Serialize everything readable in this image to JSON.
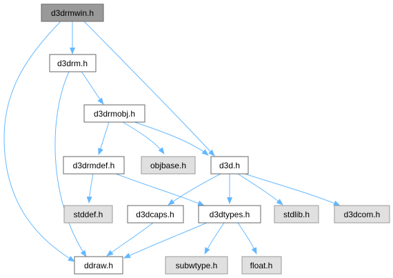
{
  "colors": {
    "root_fill": "#999999",
    "file_fill": "#ffffff",
    "system_fill": "#e0e0e0",
    "node_border": "#666666",
    "system_border": "#999999",
    "edge": "#63b8ff"
  },
  "nodes": [
    {
      "id": "d3drmwin",
      "label": "d3drmwin.h",
      "kind": "root"
    },
    {
      "id": "d3drm",
      "label": "d3drm.h",
      "kind": "file"
    },
    {
      "id": "d3drmobj",
      "label": "d3drmobj.h",
      "kind": "file"
    },
    {
      "id": "d3drmdef",
      "label": "d3drmdef.h",
      "kind": "file"
    },
    {
      "id": "objbase",
      "label": "objbase.h",
      "kind": "system"
    },
    {
      "id": "d3d",
      "label": "d3d.h",
      "kind": "file"
    },
    {
      "id": "stddef",
      "label": "stddef.h",
      "kind": "system"
    },
    {
      "id": "d3dcaps",
      "label": "d3dcaps.h",
      "kind": "file"
    },
    {
      "id": "d3dtypes",
      "label": "d3dtypes.h",
      "kind": "file"
    },
    {
      "id": "stdlib",
      "label": "stdlib.h",
      "kind": "system"
    },
    {
      "id": "d3dcom",
      "label": "d3dcom.h",
      "kind": "system"
    },
    {
      "id": "ddraw",
      "label": "ddraw.h",
      "kind": "file"
    },
    {
      "id": "subwtype",
      "label": "subwtype.h",
      "kind": "system"
    },
    {
      "id": "float",
      "label": "float.h",
      "kind": "system"
    }
  ],
  "edges": [
    {
      "from": "d3drmwin",
      "to": "d3drm"
    },
    {
      "from": "d3drmwin",
      "to": "ddraw"
    },
    {
      "from": "d3drmwin",
      "to": "d3d"
    },
    {
      "from": "d3drm",
      "to": "d3drmobj"
    },
    {
      "from": "d3drm",
      "to": "ddraw"
    },
    {
      "from": "d3drmobj",
      "to": "d3drmdef"
    },
    {
      "from": "d3drmobj",
      "to": "objbase"
    },
    {
      "from": "d3drmobj",
      "to": "d3d"
    },
    {
      "from": "d3drmdef",
      "to": "stddef"
    },
    {
      "from": "d3drmdef",
      "to": "d3dtypes"
    },
    {
      "from": "d3d",
      "to": "d3dcaps"
    },
    {
      "from": "d3d",
      "to": "d3dtypes"
    },
    {
      "from": "d3d",
      "to": "stdlib"
    },
    {
      "from": "d3d",
      "to": "d3dcom"
    },
    {
      "from": "d3dcaps",
      "to": "ddraw"
    },
    {
      "from": "d3dtypes",
      "to": "ddraw"
    },
    {
      "from": "d3dtypes",
      "to": "subwtype"
    },
    {
      "from": "d3dtypes",
      "to": "float"
    }
  ]
}
